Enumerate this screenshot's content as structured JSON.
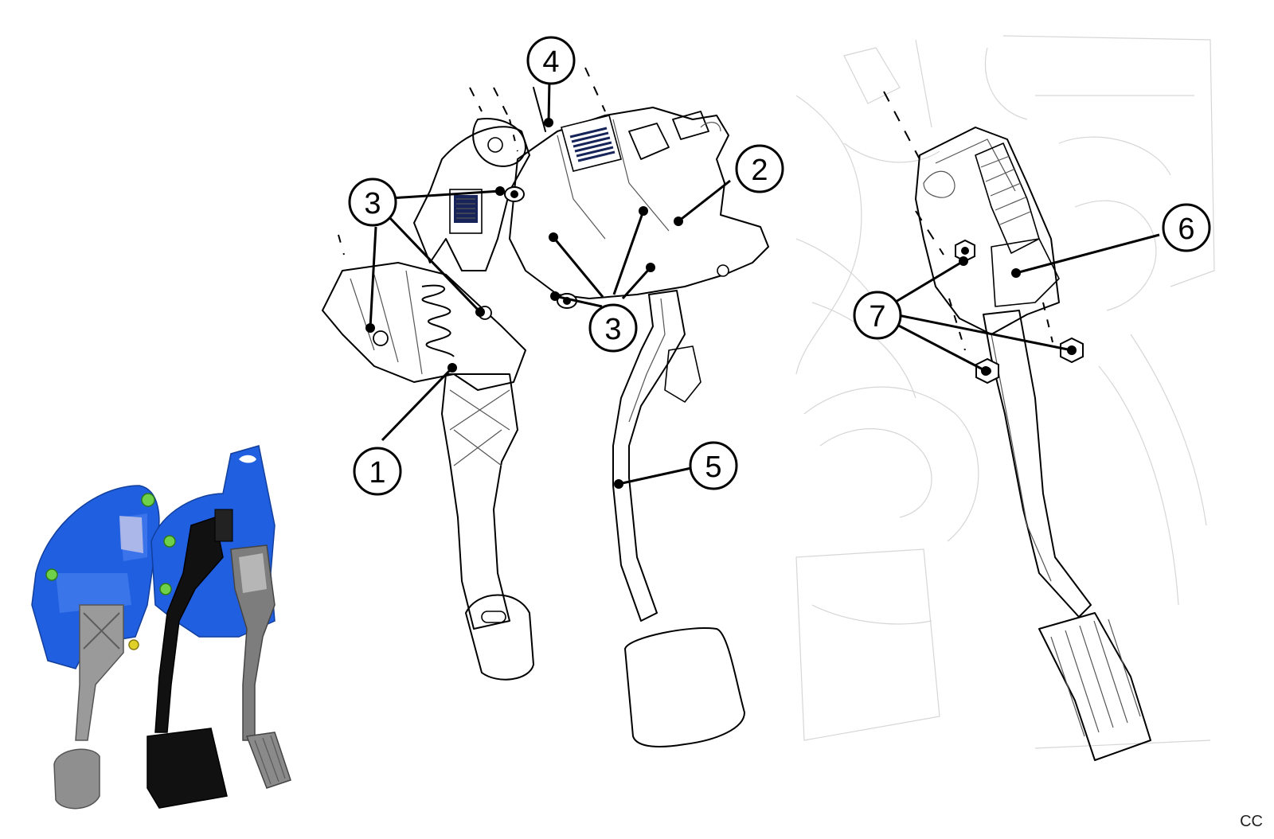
{
  "callouts": [
    {
      "id": "1",
      "label": "1"
    },
    {
      "id": "2",
      "label": "2"
    },
    {
      "id": "3a",
      "label": "3"
    },
    {
      "id": "3b",
      "label": "3"
    },
    {
      "id": "4",
      "label": "4"
    },
    {
      "id": "5",
      "label": "5"
    },
    {
      "id": "6",
      "label": "6"
    },
    {
      "id": "7",
      "label": "7"
    }
  ],
  "corner_code": "CC",
  "colors": {
    "bracket_blue": "#1f5fe0",
    "pedal_black": "#111111",
    "pedal_grey": "#8a8a8a",
    "bolt_green": "#6fd04a",
    "bolt_yellow": "#e0d02a",
    "line": "#000000"
  }
}
